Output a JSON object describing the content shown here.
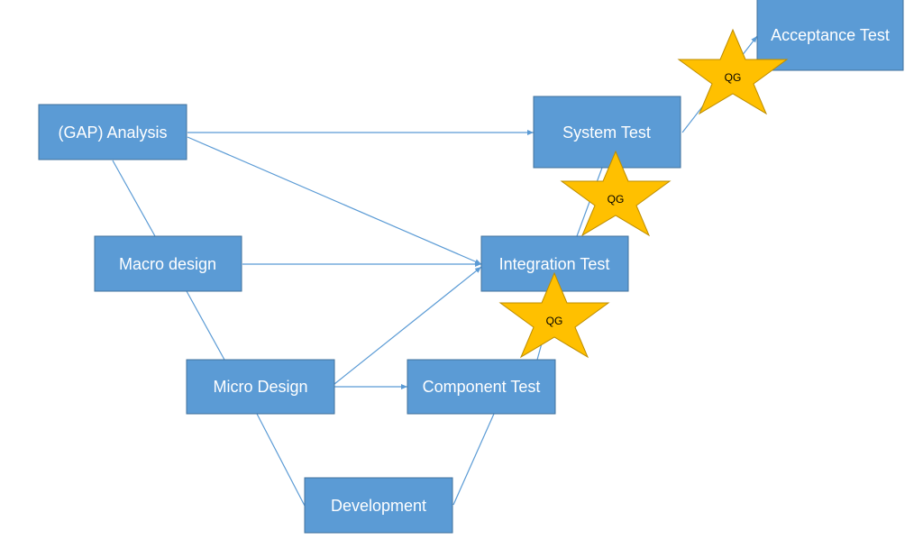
{
  "colors": {
    "box_fill": "#5b9bd5",
    "box_border": "#41719c",
    "connector": "#5b9bd5",
    "star_fill": "#ffc000",
    "star_border": "#bc8c00"
  },
  "boxes": {
    "gap_analysis": "(GAP) Analysis",
    "macro_design": "Macro design",
    "micro_design": "Micro Design",
    "development": "Development",
    "component_test": "Component Test",
    "integration_test": "Integration Test",
    "system_test": "System Test",
    "acceptance_test": "Acceptance Test"
  },
  "quality_gates": [
    {
      "label": "QG"
    },
    {
      "label": "QG"
    },
    {
      "label": "QG"
    }
  ]
}
